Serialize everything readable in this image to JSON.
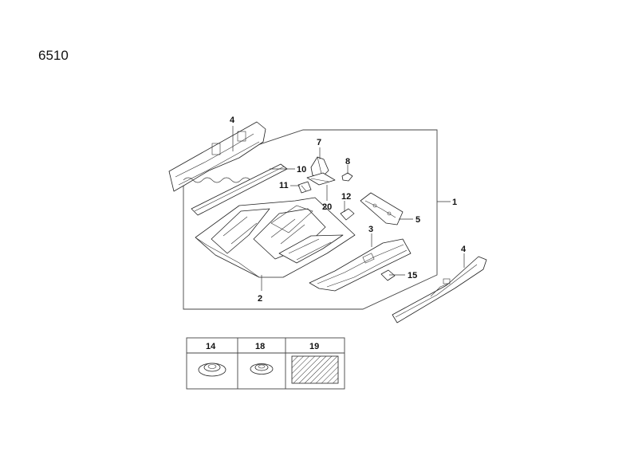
{
  "diagram": {
    "code": "6510",
    "callouts": {
      "c1": "1",
      "c2": "2",
      "c3": "3",
      "c4a": "4",
      "c4b": "4",
      "c5": "5",
      "c7": "7",
      "c8": "8",
      "c10": "10",
      "c11": "11",
      "c12": "12",
      "c15": "15",
      "c20": "20"
    },
    "legend": {
      "col1": "14",
      "col2": "18",
      "col3": "19"
    }
  }
}
